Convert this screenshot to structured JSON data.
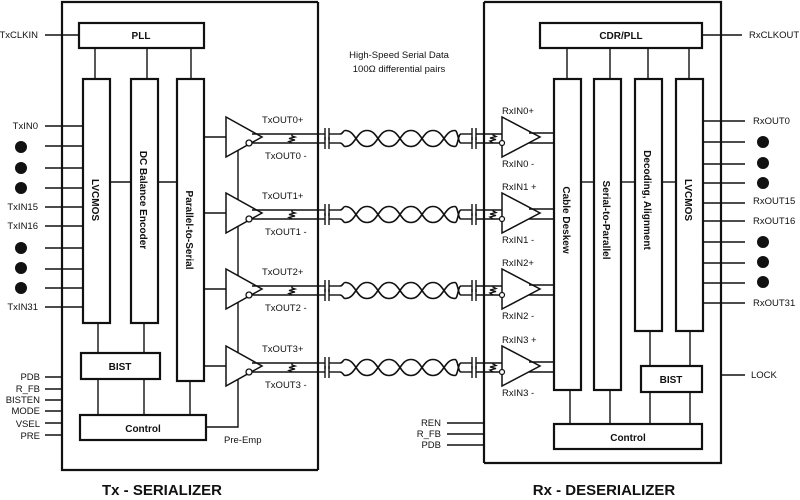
{
  "tx": {
    "title": "Tx - SERIALIZER",
    "blocks": {
      "pll": "PLL",
      "lvcmos": "LVCMOS",
      "dc_balance": "DC Balance Encoder",
      "par_to_ser": "Parallel-to-Serial",
      "bist": "BIST",
      "control": "Control"
    },
    "clock_input": "TxCLKIN",
    "data_inputs": [
      "TxIN0",
      "TxIN15",
      "TxIN16",
      "TxIN31"
    ],
    "control_inputs": [
      "PDB",
      "R_FB",
      "BISTEN",
      "MODE",
      "VSEL",
      "PRE"
    ],
    "pre_emp_label": "Pre-Emp",
    "outputs": [
      {
        "pos": "TxOUT0+",
        "neg": "TxOUT0 -"
      },
      {
        "pos": "TxOUT1+",
        "neg": "TxOUT1 -"
      },
      {
        "pos": "TxOUT2+",
        "neg": "TxOUT2 -"
      },
      {
        "pos": "TxOUT3+",
        "neg": "TxOUT3 -"
      }
    ]
  },
  "link": {
    "line1": "High-Speed Serial Data",
    "line2": "100Ω differential pairs"
  },
  "rx": {
    "title": "Rx - DESERIALIZER",
    "blocks": {
      "cdr_pll": "CDR/PLL",
      "cable_deskew": "Cable Deskew",
      "ser_to_par": "Serial-to-Parallel",
      "decoding": "Decoding, Alignment",
      "lvcmos": "LVCMOS",
      "bist": "BIST",
      "control": "Control"
    },
    "clock_output": "RxCLKOUT",
    "data_outputs": [
      "RxOUT0",
      "RxOUT15",
      "RxOUT16",
      "RxOUT31"
    ],
    "lock_output": "LOCK",
    "control_inputs": [
      "REN",
      "R_FB",
      "PDB"
    ],
    "inputs": [
      {
        "pos": "RxIN0+",
        "neg": "RxIN0 -"
      },
      {
        "pos": "RxIN1 +",
        "neg": "RxIN1 -"
      },
      {
        "pos": "RxIN2+",
        "neg": "RxIN2 -"
      },
      {
        "pos": "RxIN3 +",
        "neg": "RxIN3 -"
      }
    ]
  }
}
